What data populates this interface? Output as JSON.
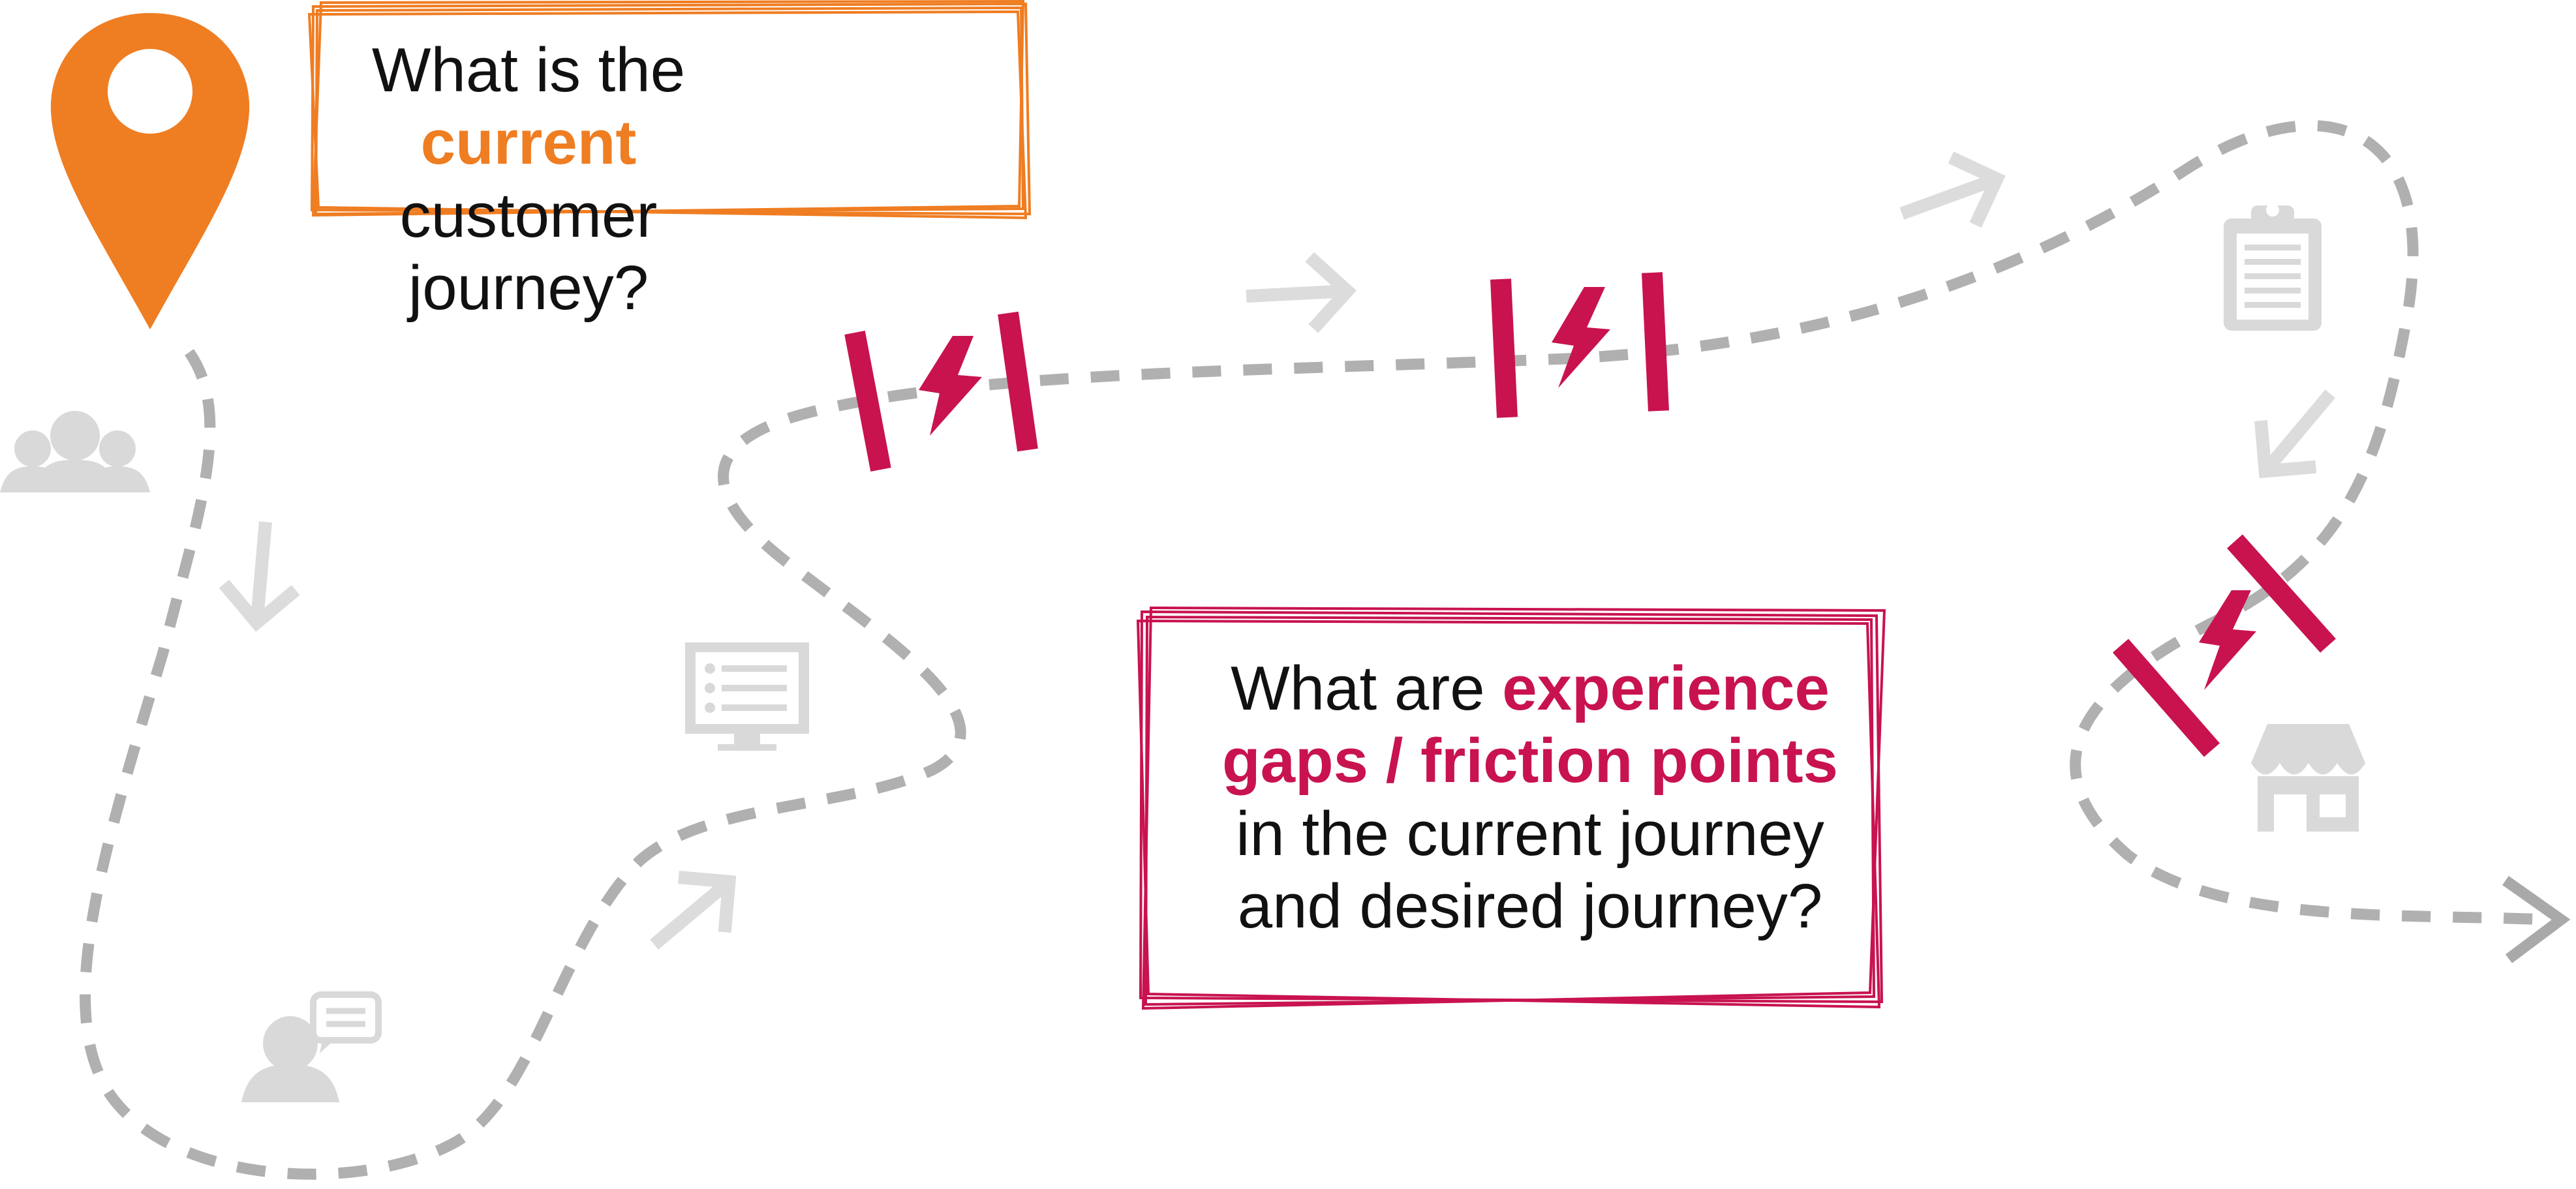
{
  "colors": {
    "orange": "#ef7d22",
    "magenta": "#c8134f",
    "path_gray": "#b0b0b0",
    "icon_gray": "#d9d9d9",
    "text": "#111111"
  },
  "callout_current": {
    "line1_prefix": "What is the ",
    "line1_highlight": "current",
    "line2": "customer journey?"
  },
  "callout_gaps": {
    "line1_prefix": "What are ",
    "line1_highlight": "experience",
    "line2_highlight": "gaps / friction points",
    "line3": "in the current journey",
    "line4": "and desired journey?"
  },
  "icons": [
    "location-pin-icon",
    "people-group-icon",
    "person-chat-icon",
    "monitor-list-icon",
    "clipboard-icon",
    "storefront-icon",
    "lightning-bolt-icon"
  ]
}
